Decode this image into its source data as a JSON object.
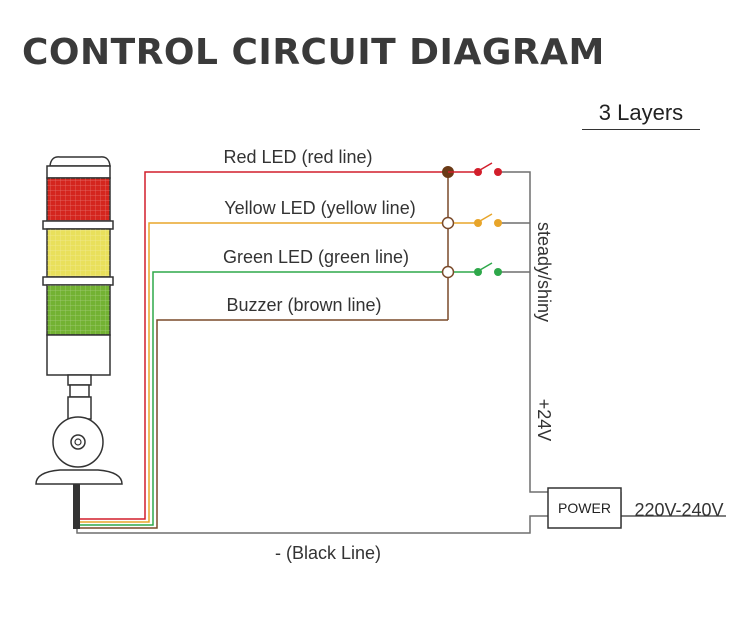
{
  "title": "CONTROL CIRCUIT DIAGRAM",
  "layers_label": "3 Layers",
  "wires": {
    "red": "Red LED (red line)",
    "yellow": "Yellow LED (yellow line)",
    "green": "Green LED (green line)",
    "buzzer": "Buzzer (brown line)",
    "black": "- (Black Line)"
  },
  "steady_label": "steady/shiny",
  "voltage_label": "+24V",
  "power_label": "POWER",
  "input_voltage": "220V-240V",
  "colors": {
    "red": "#d21e2b",
    "yellow": "#e8a52a",
    "green": "#2ea84a",
    "brown": "#7a4a2a",
    "grey": "#6f6f6f",
    "lamp_red": "#d4261e",
    "lamp_yellow": "#e9e05b",
    "lamp_green": "#73b233"
  }
}
